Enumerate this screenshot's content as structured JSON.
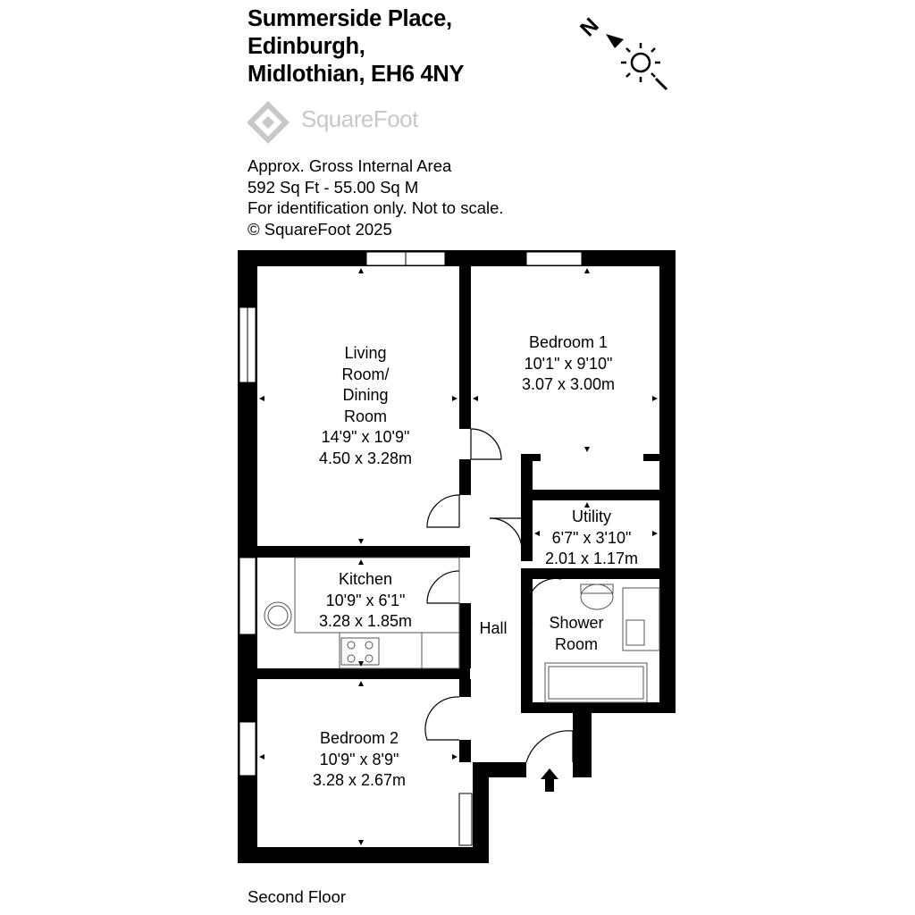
{
  "address": {
    "line1": "Summerside Place,",
    "line2": "Edinburgh,",
    "line3": "Midlothian, EH6 4NY"
  },
  "brand": {
    "name": "SquareFoot"
  },
  "area": {
    "line1": "Approx. Gross Internal Area",
    "line2": "592 Sq Ft  -  55.00 Sq M",
    "line3": "For identification only. Not to scale.",
    "line4": "© SquareFoot 2025"
  },
  "compass": {
    "north_label": "N"
  },
  "rooms": {
    "living": {
      "name1": "Living",
      "name2": "Room/",
      "name3": "Dining",
      "name4": "Room",
      "imperial": "14'9\" x 10'9\"",
      "metric": "4.50 x 3.28m"
    },
    "bedroom1": {
      "name": "Bedroom 1",
      "imperial": "10'1\" x 9'10\"",
      "metric": "3.07 x 3.00m"
    },
    "utility": {
      "name": "Utility",
      "imperial": "6'7\" x 3'10\"",
      "metric": "2.01 x 1.17m"
    },
    "kitchen": {
      "name": "Kitchen",
      "imperial": "10'9\" x 6'1\"",
      "metric": "3.28 x 1.85m"
    },
    "hall": {
      "name": "Hall"
    },
    "shower": {
      "name1": "Shower",
      "name2": "Room"
    },
    "bedroom2": {
      "name": "Bedroom 2",
      "imperial": "10'9\" x 8'9\"",
      "metric": "3.28 x 2.67m"
    }
  },
  "floor": {
    "label": "Second Floor"
  },
  "colors": {
    "wall": "#000000",
    "logo_grey": "#c8c8c8",
    "fixture_line": "#555555"
  }
}
